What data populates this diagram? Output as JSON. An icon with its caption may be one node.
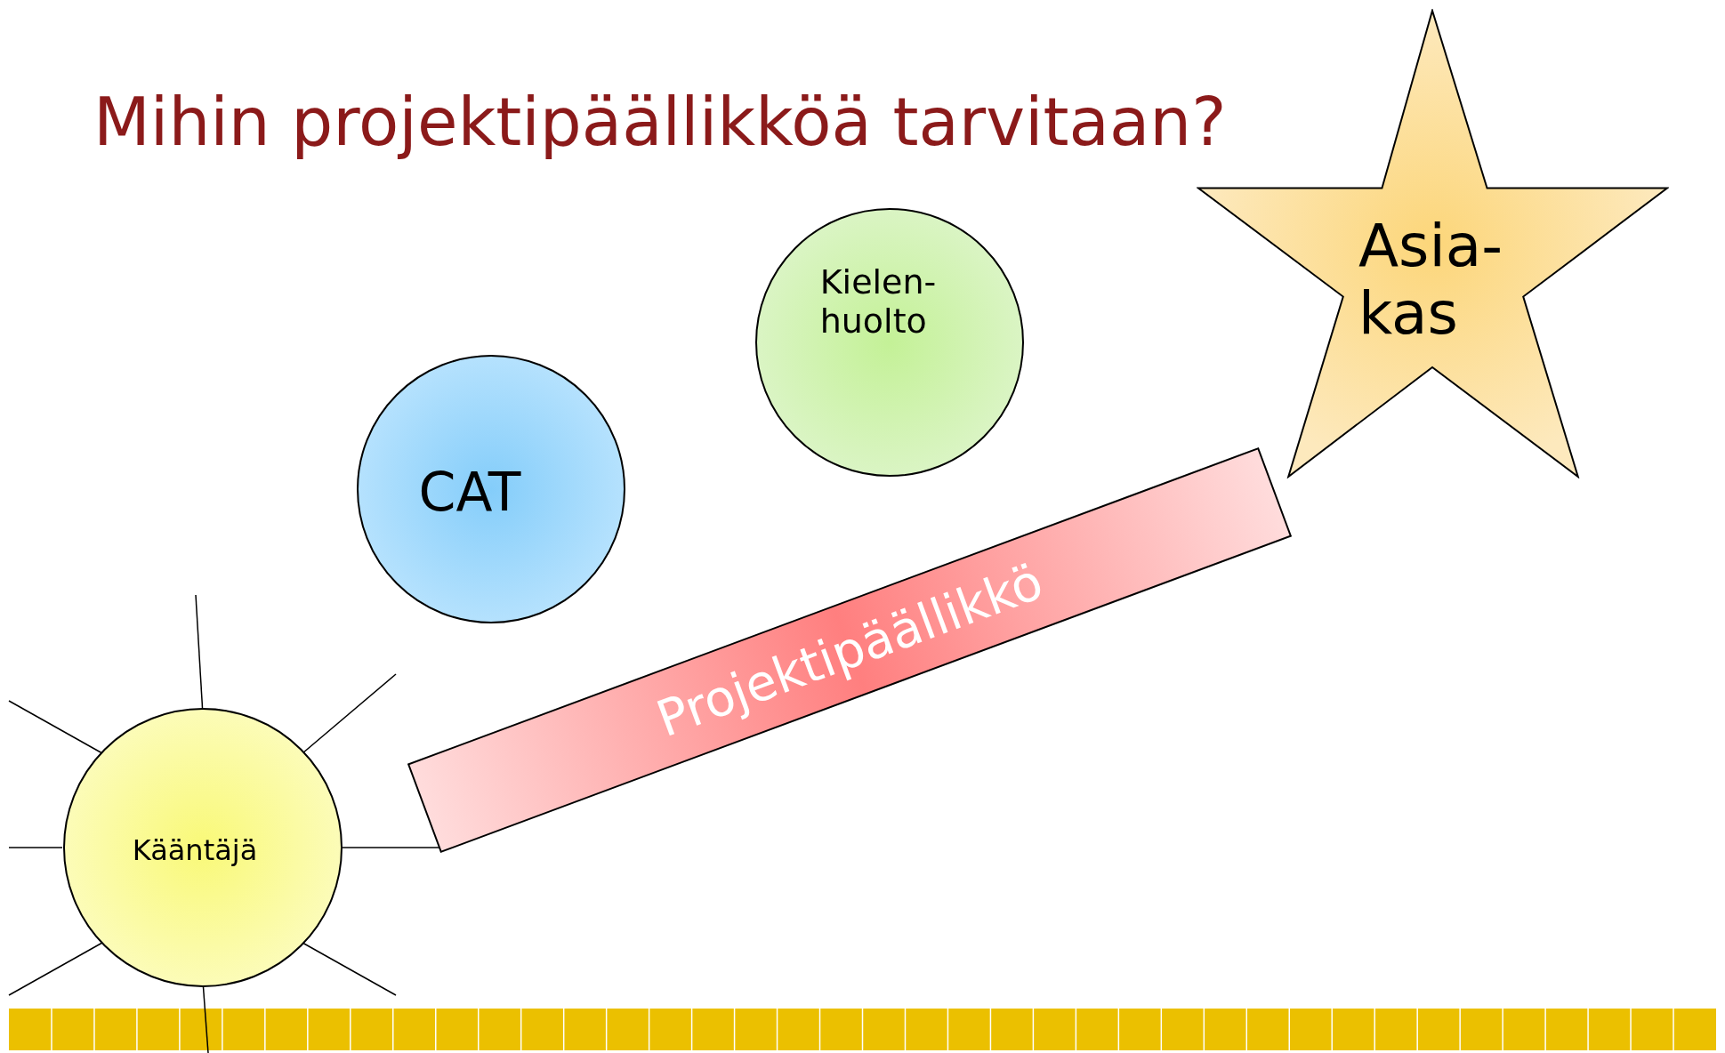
{
  "diagram": {
    "title": "Mihin projektipäällikköä tarvitaan?",
    "nodes": [
      {
        "text": [
          "Asia- kas"
        ]
      },
      {
        "text": [
          "Kielen- huolto"
        ]
      },
      {
        "text": [
          "CAT"
        ]
      },
      {
        "text": [
          "Projektipäällikkö"
        ]
      },
      {
        "text": [
          "Kääntäjä"
        ]
      }
    ],
    "edges": [
      {
        "from": 4,
        "to": 3,
        "arrow": "none"
      }
    ]
  }
}
